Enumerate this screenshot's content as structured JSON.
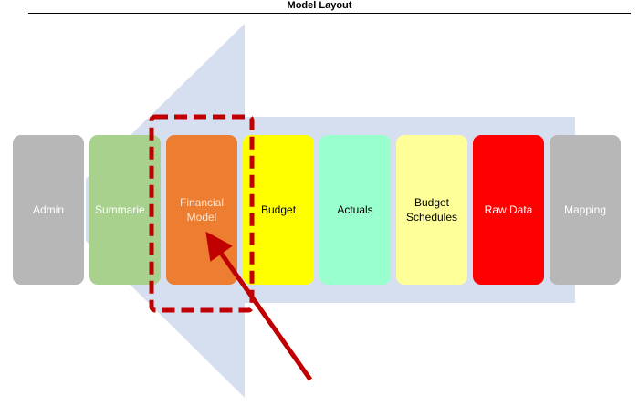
{
  "title": "Model Layout",
  "boxes": [
    {
      "key": "admin",
      "label": "Admin",
      "color": "#b7b7b7"
    },
    {
      "key": "summaries",
      "label": "Summarie",
      "color": "#a9d18e"
    },
    {
      "key": "financial_model",
      "label": "Financial Model",
      "color": "#ed7d31"
    },
    {
      "key": "budget",
      "label": "Budget",
      "color": "#ffff00"
    },
    {
      "key": "actuals",
      "label": "Actuals",
      "color": "#99ffcc"
    },
    {
      "key": "budget_schedules",
      "label": "Budget Schedules",
      "color": "#ffff99"
    },
    {
      "key": "raw_data",
      "label": "Raw Data",
      "color": "#ff0000"
    },
    {
      "key": "mapping",
      "label": "Mapping",
      "color": "#b7b7b7"
    }
  ],
  "colors": {
    "arrow_fill": "#d6dff0",
    "highlight": "#c00000",
    "pointer": "#c00000"
  }
}
